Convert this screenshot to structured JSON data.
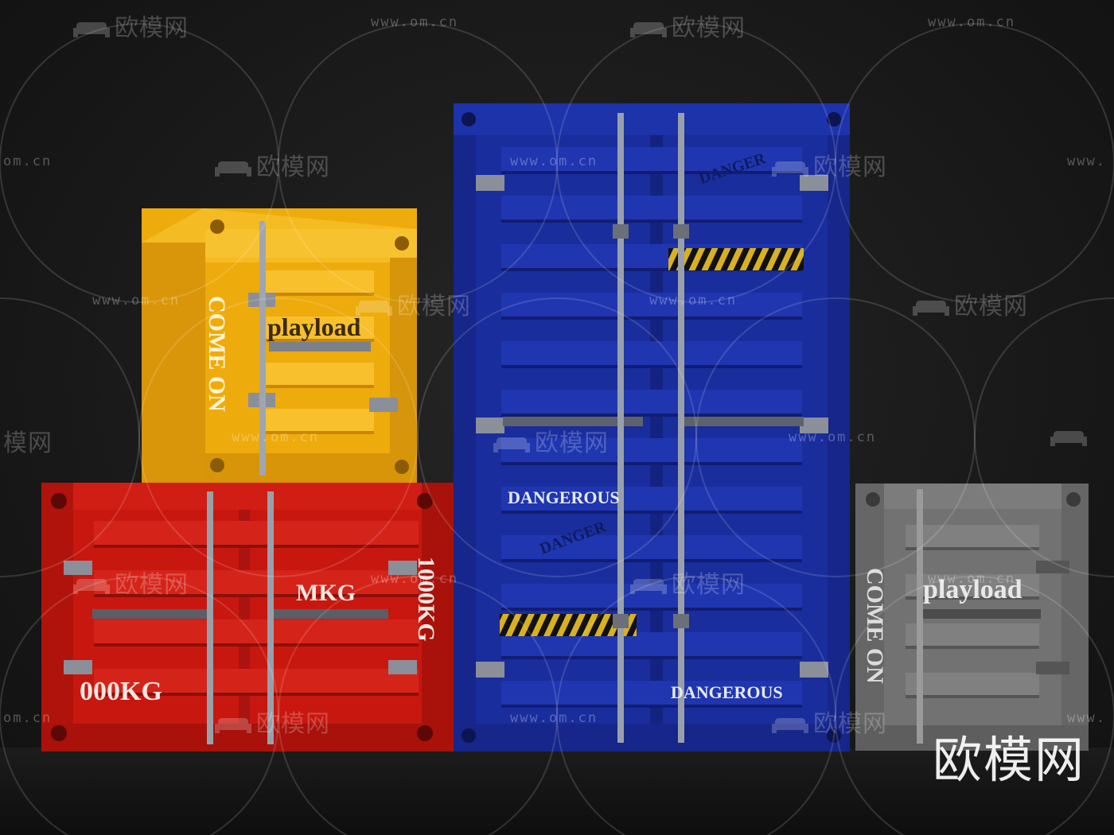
{
  "colors": {
    "yellow": "#f0b20e",
    "red": "#cc1a12",
    "blue": "#1a2fa0",
    "gray": "#6f6f6f",
    "background": "#1a1a1a"
  },
  "containers": {
    "yellow": {
      "side_text": "COME ON",
      "front_text": "playload"
    },
    "red": {
      "front_text": "MKG",
      "side_text": "1000KG",
      "bottom_text": "000KG"
    },
    "blue": {
      "middle_text": "DANGEROUS",
      "bottom_text": "DANGEROUS",
      "stamp_text": "DANGER"
    },
    "gray": {
      "side_text": "COME ON",
      "front_text": "playload"
    }
  },
  "watermark": {
    "logo_text": "欧模网",
    "url_text": "www.om.cn",
    "url_partial_left": "om.cn",
    "url_partial_right": "www.",
    "logo_partial": "模网",
    "big_logo": "欧模网"
  }
}
